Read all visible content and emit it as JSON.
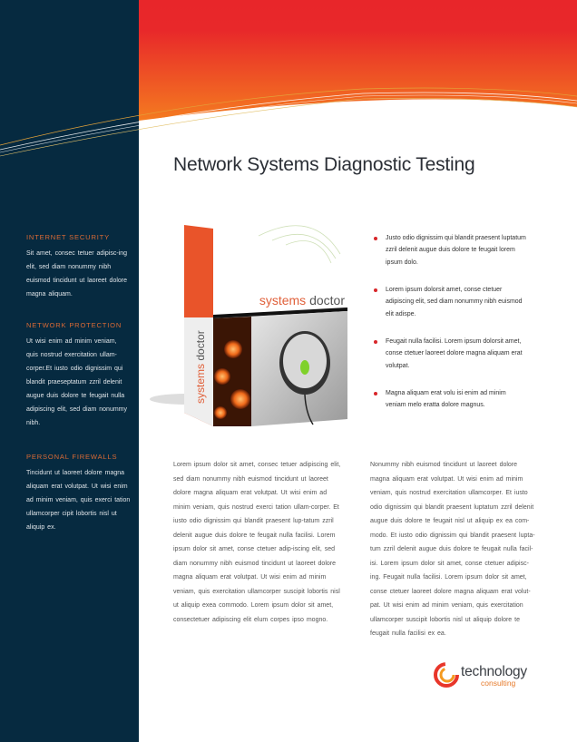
{
  "title": "Network Systems Diagnostic Testing",
  "sidebar": {
    "sections": [
      {
        "heading": "INTERNET SECURITY",
        "text": "Sit amet, consec tetuer adipisc-ing elit, sed diam nonummy nibh euismod tincidunt ut laoreet dolore magna aliquam."
      },
      {
        "heading": "NETWORK PROTECTION",
        "text": "Ut wisi enim ad minim veniam, quis nostrud exercitation ullam-corper.Et iusto odio dignissim qui blandit praeseptatum zzril delenit augue duis dolore te feugait nulla adipiscing elit, sed diam nonummy nibh."
      },
      {
        "heading": "PERSONAL FIREWALLS",
        "text": "Tincidunt ut laoreet dolore magna aliquam erat volutpat. Ut wisi enim ad minim veniam, quis exerci tation ullamcorper cipit lobortis nisl ut aliquip ex."
      }
    ]
  },
  "product": {
    "name_part1": "systems",
    "name_part2": "doctor"
  },
  "bullets": [
    "Justo odio dignissim qui blandit praesent luptatum zzril delenit augue duis dolore te feugait lorem ipsum dolo.",
    "Lorem ipsum dolorsit amet, conse ctetuer adipiscing elit, sed diam nonummy nibh euismod elit adispe.",
    "Feugait nulla facilisi. Lorem ipsum dolorsit amet, conse ctetuer laoreet dolore magna aliquam erat volutpat.",
    "Magna aliquam erat volu isi enim ad minim veniam melo eratta dolore magnus."
  ],
  "body": {
    "col1": "Lorem ipsum dolor sit amet, consec tetuer adipiscing elit, sed diam nonummy nibh euismod tincidunt ut laoreet dolore magna aliquam erat volutpat. Ut wisi enim ad minim veniam, quis nostrud exerci tation ullam-corper. Et iusto odio dignissim qui blandit praesent lup-tatum zzril delenit augue duis dolore te feugait nulla facilisi. Lorem ipsum dolor sit amet, conse ctetuer adip-iscing elit, sed diam nonummy nibh euismod tincidunt ut laoreet dolore magna aliquam erat volutpat. Ut wisi enim ad minim veniam, quis exercitation ullamcorper suscipit lobortis nisl ut aliquip exea commodo. Lorem ipsum dolor sit amet, consectetuer adipiscing elit elum corpes ipso mogno.",
    "col2a": "Nonummy nibh euismod tincidunt ut laoreet dolore magna aliquam erat volutpat. Ut wisi enim ad minim veniam, quis nostrud exercitation ullamcorper. Et iusto odio dignissim qui blandit praesent luptatum zzril delenit augue duis dolore te feugait nisl ut aliquip ex ea com-modo. Et iusto odio dignissim qui blandit praesent lupta-tum zzril delenit augue duis dolore te feugait nulla facil-",
    "col2b": "isi. Lorem ipsum dolor sit amet, conse ctetuer adipisc-ing. Feugait nulla facilisi. Lorem ipsum dolor sit amet, conse ctetuer laoreet dolore magna aliquam erat volut-pat. Ut wisi enim ad minim veniam, quis exercitation ullamcorper suscipit lobortis nisl ut aliquip dolore te feugait nulla facilisi ex ea."
  },
  "logo": {
    "main": "technology",
    "sub": "consulting"
  },
  "colors": {
    "sidebar": "#062a40",
    "accent": "#d96a35",
    "red": "#e8262a",
    "orange": "#f47b20"
  }
}
